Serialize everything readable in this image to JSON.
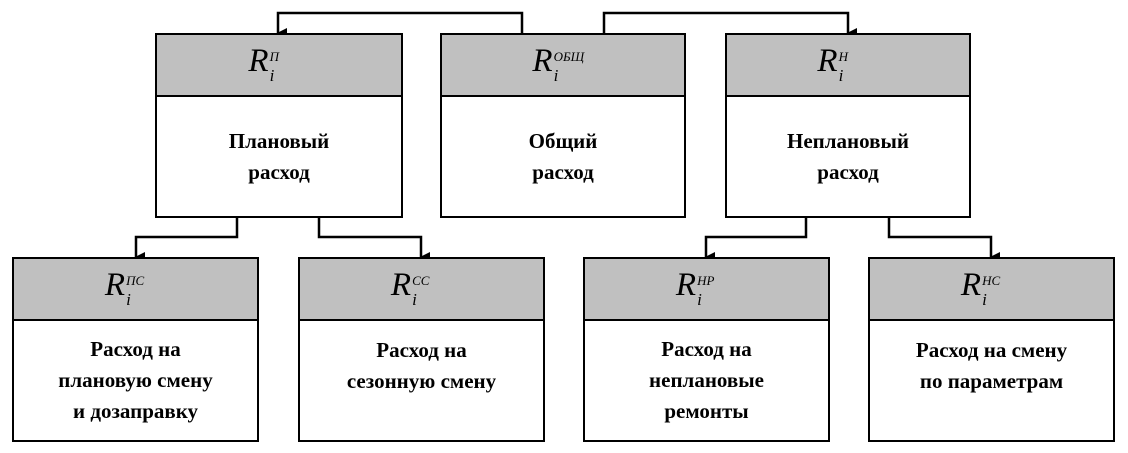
{
  "nodes": {
    "general": {
      "symbol": "R",
      "sub": "i",
      "sup": "ОБЩ",
      "line1": "Общий",
      "line2": "расход"
    },
    "planned": {
      "symbol": "R",
      "sub": "i",
      "sup": "П",
      "line1": "Плановый",
      "line2": "расход"
    },
    "unplanned": {
      "symbol": "R",
      "sub": "i",
      "sup": "Н",
      "line1": "Неплановый",
      "line2": "расход"
    },
    "planned_shift": {
      "symbol": "R",
      "sub": "i",
      "sup": "ПС",
      "line1": "Расход на",
      "line2": "плановую смену",
      "line3": "и дозаправку"
    },
    "seasonal_shift": {
      "symbol": "R",
      "sub": "i",
      "sup": "СС",
      "line1": "Расход на",
      "line2": "сезонную смену"
    },
    "unplanned_repair": {
      "symbol": "R",
      "sub": "i",
      "sup": "НР",
      "line1": "Расход на",
      "line2": "неплановые",
      "line3": "ремонты"
    },
    "param_shift": {
      "symbol": "R",
      "sub": "i",
      "sup": "НС",
      "line1": "Расход на смену",
      "line2": "по параметрам"
    }
  }
}
